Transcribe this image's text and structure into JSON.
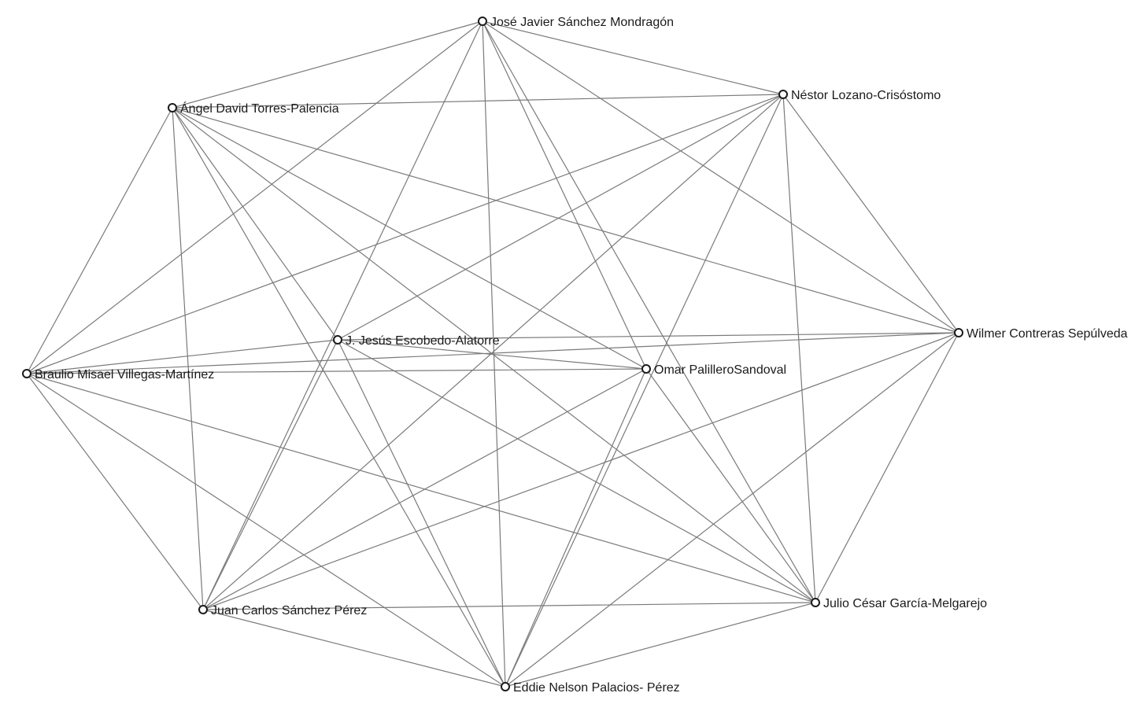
{
  "graph": {
    "nodes": [
      {
        "id": "jose",
        "label": "José Javier Sánchez Mondragón"
      },
      {
        "id": "nestor",
        "label": "Néstor Lozano-Crisóstomo"
      },
      {
        "id": "angel",
        "label": "Ángel David Torres-Palencia"
      },
      {
        "id": "wilmer",
        "label": "Wilmer Contreras Sepúlveda"
      },
      {
        "id": "jesus",
        "label": "J. Jesús Escobedo-Alatorre"
      },
      {
        "id": "omar",
        "label": "Omar PalilleroSandoval"
      },
      {
        "id": "braulio",
        "label": "Braulio Misael Villegas-Martínez"
      },
      {
        "id": "julio",
        "label": "Julio César García-Melgarejo"
      },
      {
        "id": "juan",
        "label": "Juan Carlos Sánchez Pérez"
      },
      {
        "id": "eddie",
        "label": "Eddie Nelson Palacios- Pérez"
      }
    ],
    "edges": [
      [
        "jose",
        "nestor"
      ],
      [
        "jose",
        "angel"
      ],
      [
        "jose",
        "omar"
      ],
      [
        "jose",
        "braulio"
      ],
      [
        "jose",
        "julio"
      ],
      [
        "jose",
        "juan"
      ],
      [
        "jose",
        "eddie"
      ],
      [
        "jose",
        "wilmer"
      ],
      [
        "nestor",
        "angel"
      ],
      [
        "nestor",
        "jesus"
      ],
      [
        "nestor",
        "braulio"
      ],
      [
        "nestor",
        "julio"
      ],
      [
        "nestor",
        "juan"
      ],
      [
        "nestor",
        "eddie"
      ],
      [
        "nestor",
        "wilmer"
      ],
      [
        "angel",
        "braulio"
      ],
      [
        "angel",
        "jesus"
      ],
      [
        "angel",
        "omar"
      ],
      [
        "angel",
        "julio"
      ],
      [
        "angel",
        "juan"
      ],
      [
        "angel",
        "eddie"
      ],
      [
        "angel",
        "wilmer"
      ],
      [
        "wilmer",
        "jesus"
      ],
      [
        "wilmer",
        "braulio"
      ],
      [
        "wilmer",
        "julio"
      ],
      [
        "wilmer",
        "juan"
      ],
      [
        "wilmer",
        "eddie"
      ],
      [
        "jesus",
        "omar"
      ],
      [
        "jesus",
        "braulio"
      ],
      [
        "jesus",
        "julio"
      ],
      [
        "jesus",
        "eddie"
      ],
      [
        "jesus",
        "juan"
      ],
      [
        "omar",
        "braulio"
      ],
      [
        "omar",
        "julio"
      ],
      [
        "omar",
        "juan"
      ],
      [
        "omar",
        "eddie"
      ],
      [
        "braulio",
        "julio"
      ],
      [
        "braulio",
        "juan"
      ],
      [
        "braulio",
        "eddie"
      ],
      [
        "julio",
        "juan"
      ],
      [
        "julio",
        "eddie"
      ],
      [
        "juan",
        "eddie"
      ]
    ]
  }
}
